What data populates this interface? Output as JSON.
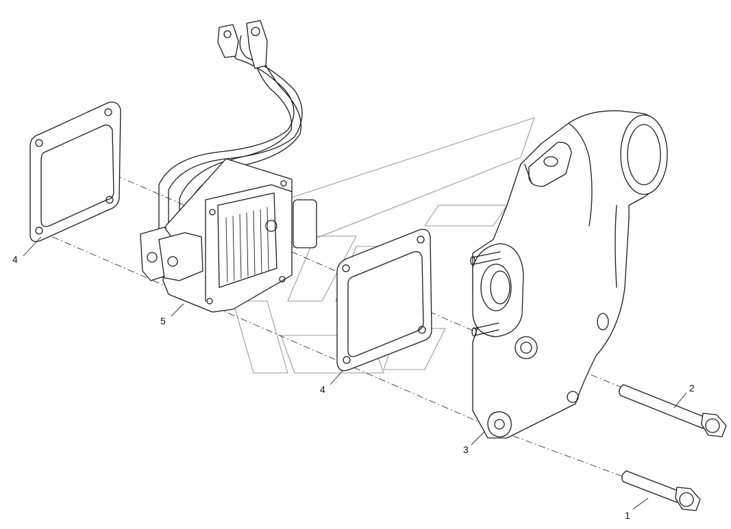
{
  "callouts": {
    "c1": "1",
    "c2": "2",
    "c3": "3",
    "c4a": "4",
    "c4b": "4",
    "c5": "5"
  },
  "parts": {
    "p1": "bolt-short",
    "p2": "bolt-long",
    "p3": "intake-housing",
    "p4": "gasket",
    "p5": "grid-heater"
  },
  "colors": {
    "line": "#1a1a1a",
    "watermark": "#9a9a9a",
    "background": "#ffffff"
  }
}
